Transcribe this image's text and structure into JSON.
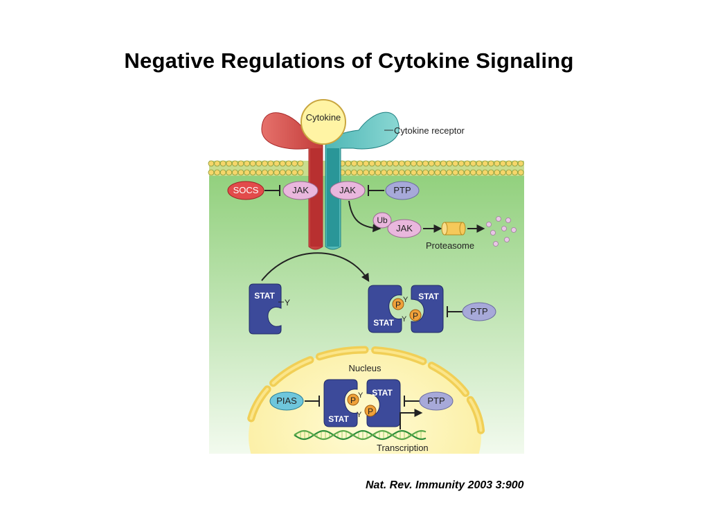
{
  "title": "Negative Regulations of Cytokine Signaling",
  "citation": "Nat. Rev. Immunity 2003 3:900",
  "diagram": {
    "labels": {
      "cytokine": "Cytokine",
      "cytokine_receptor": "Cytokine receptor",
      "socs": "SOCS",
      "jak_left": "JAK",
      "jak_right": "JAK",
      "ptp_top": "PTP",
      "ub": "Ub",
      "jak_ub": "JAK",
      "proteasome": "Proteasome",
      "stat_monomer": "STAT",
      "y_monomer": "Y",
      "stat_dimer_top": "STAT",
      "stat_dimer_bottom": "STAT",
      "p_dimer_1": "P",
      "p_dimer_2": "P",
      "y_dimer_1": "Y",
      "y_dimer_2": "Y",
      "ptp_middle": "PTP",
      "nucleus": "Nucleus",
      "pias": "PIAS",
      "stat_nuc_top": "STAT",
      "stat_nuc_bottom": "STAT",
      "p_nuc_1": "P",
      "p_nuc_2": "P",
      "y_nuc_1": "Y",
      "y_nuc_2": "Y",
      "ptp_nuclear": "PTP",
      "transcription": "Transcription"
    },
    "colors": {
      "cytoplasm_top": "#8fcf7a",
      "cytoplasm_bottom": "#eef8ea",
      "membrane_bead": "#f5d66a",
      "membrane_edge": "#8a9a3a",
      "cytokine": "#fff3a0",
      "receptor_left": "#d9504c",
      "receptor_left_dark": "#b52a2a",
      "receptor_right": "#6cc6c4",
      "receptor_right_dark": "#1e8a8c",
      "jak": "#e9b7dd",
      "socs": "#e24b4b",
      "ptp": "#a7a9d9",
      "pias": "#6ec6dc",
      "stat": "#3c4a9a",
      "phosphate": "#f0a13a",
      "nucleus": "#fdf3a8",
      "nuclear_envelope": "#f5d35a"
    }
  }
}
